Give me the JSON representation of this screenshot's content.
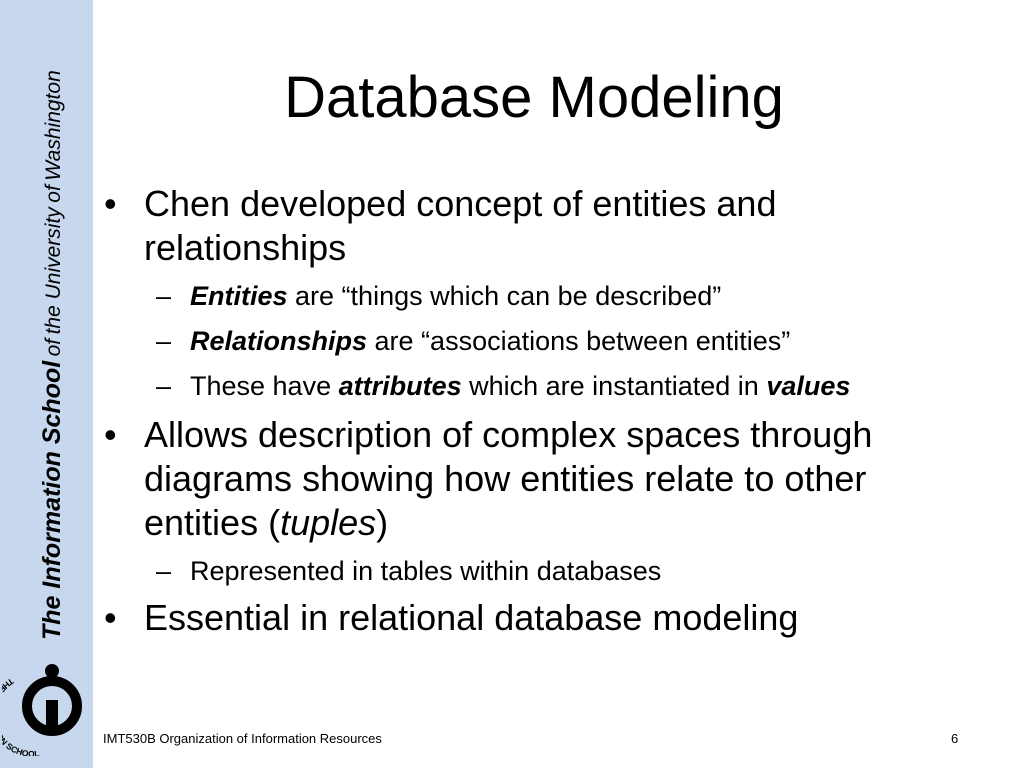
{
  "sidebar": {
    "brand_bold": "The Information School",
    "brand_of": "of",
    "brand_the": "the University",
    "brand_of2": "of",
    "brand_place": "Washington",
    "logo_text": "THE INFORMATION SCHOOL"
  },
  "slide": {
    "title": "Database Modeling",
    "bullet_marker": "•",
    "dash_marker": "–",
    "b1": "Chen developed concept of entities and relationships",
    "b1s1_term": "Entities",
    "b1s1_rest": " are “things which can be described”",
    "b1s2_term": "Relationships",
    "b1s2_rest": " are “associations between entities”",
    "b1s3_pre": "These have ",
    "b1s3_term1": "attributes",
    "b1s3_mid": " which are instantiated in ",
    "b1s3_term2": "values",
    "b2_pre": "Allows description of complex spaces through diagrams showing how entities relate to other entities (",
    "b2_term": "tuples",
    "b2_post": ")",
    "b2s1": "Represented in tables within databases",
    "b3": "Essential in relational database modeling"
  },
  "footer": {
    "course": "IMT530B Organization of Information Resources",
    "page": "6"
  },
  "colors": {
    "sidebar_bg": "#c6d7ee",
    "text": "#000000",
    "page_bg": "#ffffff"
  }
}
